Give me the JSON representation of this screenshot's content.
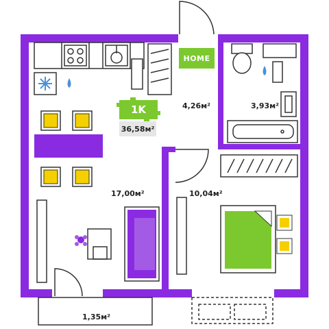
{
  "badge": {
    "type": "1K",
    "total_area": "36,58м²"
  },
  "home_sign": "HOME",
  "rooms": {
    "living": {
      "area": "17,00м²"
    },
    "hall": {
      "area": "4,26м²"
    },
    "bath": {
      "area": "3,93м²"
    },
    "bedroom": {
      "area": "10,04м²"
    },
    "balcony": {
      "area": "1,35м²"
    }
  },
  "colors": {
    "wall": "#8a2be2",
    "accent": "#7bc92e",
    "furniture": "#8a2be2",
    "text": "#222222"
  },
  "icons": [
    "stove-icon",
    "sink-icon",
    "snowflake-icon",
    "water-drop-icon",
    "toilet-icon",
    "bathtub-icon",
    "flower-icon",
    "bed-icon"
  ]
}
